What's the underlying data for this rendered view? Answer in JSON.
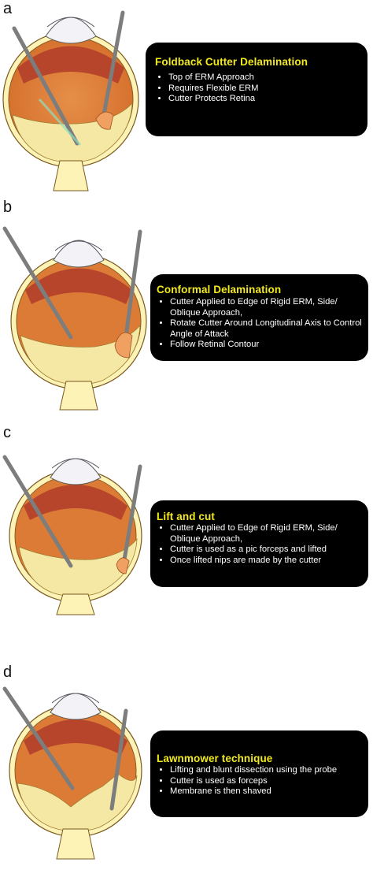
{
  "panels": [
    {
      "letter": "a",
      "title": "Foldback Cutter Delamination",
      "bullets": [
        "Top of ERM Approach",
        "Requires Flexible ERM",
        "Cutter Protects Retina"
      ]
    },
    {
      "letter": "b",
      "title": "Conformal Delamination",
      "bullets": [
        "Cutter Applied to Edge of Rigid ERM, Side/ Oblique Approach,",
        "Rotate Cutter Around Longitudinal Axis to Control Angle of Attack",
        "Follow Retinal Contour"
      ]
    },
    {
      "letter": "c",
      "title": "Lift and cut",
      "bullets": [
        "Cutter Applied to Edge of Rigid ERM, Side/ Oblique Approach,",
        "Cutter is used as a pic forceps and lifted",
        "Once lifted nips are made by the cutter"
      ]
    },
    {
      "letter": "d",
      "title": "Lawnmower technique",
      "bullets": [
        "Lifting and blunt dissection using the probe",
        "Cutter is used as forceps",
        "Membrane is then shaved"
      ]
    }
  ],
  "colors": {
    "sclera": "#fdf3b6",
    "choroid": "#e58436",
    "iris": "#c0472a",
    "lens": "#f3f3f7",
    "membrane": "#f4e8a4",
    "instrument": "#7d7d7d",
    "title_yellow": "#f2ea1c",
    "box_bg": "#000000"
  }
}
